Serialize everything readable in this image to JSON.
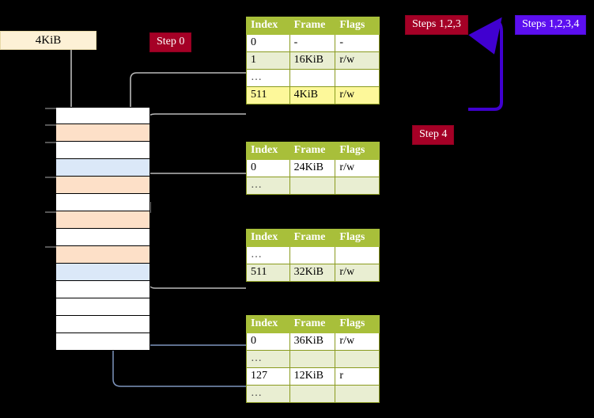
{
  "diagram": {
    "title_badges": {
      "step0": "Step 0",
      "steps123": "Steps 1,2,3",
      "steps1234": "Steps 1,2,3,4",
      "step4": "Step 4"
    },
    "colors": {
      "badge_dark_red": "#a50026",
      "badge_blue": "#5c0ff0",
      "table_header_green": "#a8bf3a",
      "row_tint": "#e9eed2",
      "highlight_yellow": "#fdf89a",
      "memory_orange": "#fde0c8",
      "memory_blue": "#dbe8f8",
      "label_cream": "#fdf1d6",
      "wire_grey": "#b0b0b0",
      "wire_blue": "#6c87b8"
    }
  },
  "frame_label": {
    "text": "4KiB"
  },
  "memory": {
    "rows": [
      {
        "fill": "white"
      },
      {
        "fill": "orange"
      },
      {
        "fill": "white"
      },
      {
        "fill": "blue"
      },
      {
        "fill": "orange"
      },
      {
        "fill": "white"
      },
      {
        "fill": "orange"
      },
      {
        "fill": "white"
      },
      {
        "fill": "orange"
      },
      {
        "fill": "blue"
      },
      {
        "fill": "white"
      },
      {
        "fill": "white"
      },
      {
        "fill": "white"
      },
      {
        "fill": "white"
      }
    ]
  },
  "tables": [
    {
      "id": "pml4",
      "columns": [
        "Index",
        "Frame",
        "Flags"
      ],
      "rows": [
        {
          "style": "white",
          "cells": [
            "0",
            "-",
            "-"
          ],
          "highlight": [
            false,
            false,
            false
          ]
        },
        {
          "style": "tint",
          "cells": [
            "1",
            "16KiB",
            "r/w"
          ],
          "highlight": [
            false,
            false,
            false
          ]
        },
        {
          "style": "white",
          "cells": [
            "…",
            "",
            ""
          ],
          "highlight": [
            false,
            false,
            false
          ]
        },
        {
          "style": "tint",
          "cells": [
            "511",
            "4KiB",
            "r/w"
          ],
          "highlight": [
            true,
            true,
            true
          ]
        }
      ]
    },
    {
      "id": "pdpt",
      "columns": [
        "Index",
        "Frame",
        "Flags"
      ],
      "rows": [
        {
          "style": "white",
          "cells": [
            "0",
            "24KiB",
            "r/w"
          ],
          "highlight": [
            false,
            false,
            false
          ]
        },
        {
          "style": "tint",
          "cells": [
            "…",
            "",
            ""
          ],
          "highlight": [
            false,
            false,
            false
          ]
        }
      ]
    },
    {
      "id": "pd",
      "columns": [
        "Index",
        "Frame",
        "Flags"
      ],
      "rows": [
        {
          "style": "white",
          "cells": [
            "…",
            "",
            ""
          ],
          "highlight": [
            false,
            false,
            false
          ]
        },
        {
          "style": "tint",
          "cells": [
            "511",
            "32KiB",
            "r/w"
          ],
          "highlight": [
            false,
            false,
            false
          ]
        }
      ]
    },
    {
      "id": "pt",
      "columns": [
        "Index",
        "Frame",
        "Flags"
      ],
      "rows": [
        {
          "style": "white",
          "cells": [
            "0",
            "36KiB",
            "r/w"
          ],
          "highlight": [
            false,
            false,
            false
          ]
        },
        {
          "style": "tint",
          "cells": [
            "…",
            "",
            ""
          ],
          "highlight": [
            false,
            false,
            false
          ]
        },
        {
          "style": "white",
          "cells": [
            "127",
            "12KiB",
            "r"
          ],
          "highlight": [
            false,
            false,
            false
          ]
        },
        {
          "style": "tint",
          "cells": [
            "…",
            "",
            ""
          ],
          "highlight": [
            false,
            false,
            false
          ]
        }
      ]
    }
  ]
}
